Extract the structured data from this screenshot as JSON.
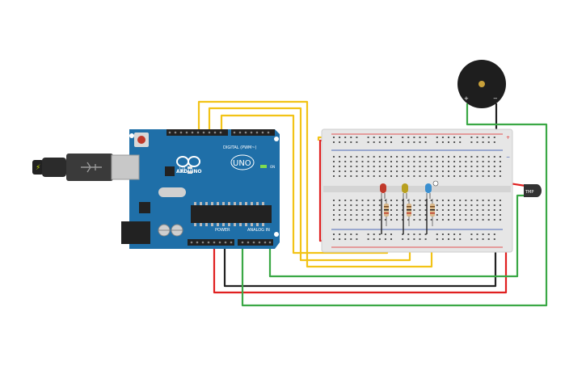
{
  "circuit": {
    "arduino": {
      "brand": "ARDUINO",
      "model": "UNO",
      "on_label": "ON",
      "digital_label": "DIGITAL (PWM~)",
      "power_label": "POWER",
      "analog_label": "ANALOG IN",
      "tx_label": "TX",
      "rx_label": "RX",
      "l_label": "L",
      "board_color": "#1f6fa8"
    },
    "sensor": {
      "label": "TMP"
    },
    "buzzer": {
      "plus_label": "+",
      "minus_label": "−"
    },
    "breadboard": {
      "plus_label": "+",
      "minus_label": "−"
    },
    "leds": [
      {
        "name": "red-led",
        "color": "#c0392b"
      },
      {
        "name": "yellow-led",
        "color": "#b8a020"
      },
      {
        "name": "blue-led",
        "color": "#3a8fd0"
      }
    ],
    "wire_colors": {
      "yellow": "#f2c316",
      "red": "#e02020",
      "black": "#222222",
      "green": "#3aa845"
    }
  }
}
